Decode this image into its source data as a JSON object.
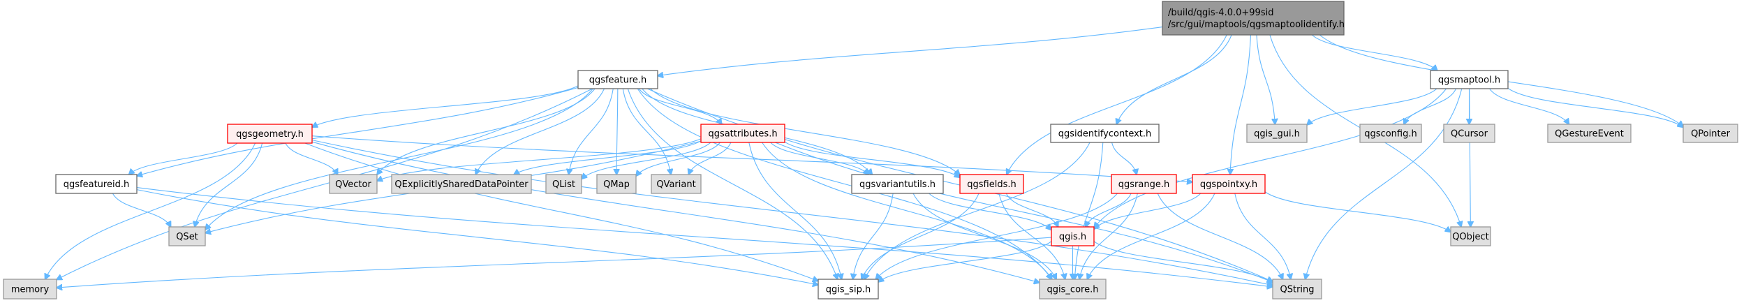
{
  "diagram": {
    "type": "include-dependency-graph",
    "colors": {
      "edge": "#63b8ff",
      "root_fill": "#999999",
      "default_fill": "#ffffff",
      "default_border": "#666666",
      "external_fill": "#e0e0e0",
      "external_border": "#999999",
      "red_fill": "#fff0f0",
      "red_border": "#ff0000"
    },
    "nodes": [
      {
        "id": "root",
        "lines": [
          "/build/qgis-4.0.0+99sid",
          "/src/gui/maptools/qgsmaptoolidentify.h"
        ],
        "style": "root"
      },
      {
        "id": "qgsfeature",
        "lines": [
          "qgsfeature.h"
        ],
        "style": "default"
      },
      {
        "id": "qgsmaptool",
        "lines": [
          "qgsmaptool.h"
        ],
        "style": "default"
      },
      {
        "id": "qgsgeometry",
        "lines": [
          "qgsgeometry.h"
        ],
        "style": "red"
      },
      {
        "id": "qgsattributes",
        "lines": [
          "qgsattributes.h"
        ],
        "style": "red"
      },
      {
        "id": "qgsidentifycontext",
        "lines": [
          "qgsidentifycontext.h"
        ],
        "style": "default"
      },
      {
        "id": "qgis_gui",
        "lines": [
          "qgis_gui.h"
        ],
        "style": "external"
      },
      {
        "id": "qgsconfig",
        "lines": [
          "qgsconfig.h"
        ],
        "style": "external"
      },
      {
        "id": "QCursor",
        "lines": [
          "QCursor"
        ],
        "style": "external"
      },
      {
        "id": "QGestureEvent",
        "lines": [
          "QGestureEvent"
        ],
        "style": "external"
      },
      {
        "id": "QPointer",
        "lines": [
          "QPointer"
        ],
        "style": "external"
      },
      {
        "id": "qgsfeatureid",
        "lines": [
          "qgsfeatureid.h"
        ],
        "style": "default"
      },
      {
        "id": "QVector",
        "lines": [
          "QVector"
        ],
        "style": "external"
      },
      {
        "id": "QExplicitlySharedDataPointer",
        "lines": [
          "QExplicitlySharedDataPointer"
        ],
        "style": "external"
      },
      {
        "id": "QList",
        "lines": [
          "QList"
        ],
        "style": "external"
      },
      {
        "id": "QMap",
        "lines": [
          "QMap"
        ],
        "style": "external"
      },
      {
        "id": "QVariant",
        "lines": [
          "QVariant"
        ],
        "style": "external"
      },
      {
        "id": "qgsvariantutils",
        "lines": [
          "qgsvariantutils.h"
        ],
        "style": "default"
      },
      {
        "id": "qgsfields",
        "lines": [
          "qgsfields.h"
        ],
        "style": "red"
      },
      {
        "id": "qgsrange",
        "lines": [
          "qgsrange.h"
        ],
        "style": "red"
      },
      {
        "id": "qgspointxy",
        "lines": [
          "qgspointxy.h"
        ],
        "style": "red"
      },
      {
        "id": "QObject",
        "lines": [
          "QObject"
        ],
        "style": "external"
      },
      {
        "id": "QSet",
        "lines": [
          "QSet"
        ],
        "style": "external"
      },
      {
        "id": "qgis",
        "lines": [
          "qgis.h"
        ],
        "style": "red"
      },
      {
        "id": "memory",
        "lines": [
          "memory"
        ],
        "style": "external"
      },
      {
        "id": "qgis_sip",
        "lines": [
          "qgis_sip.h"
        ],
        "style": "default"
      },
      {
        "id": "qgis_core",
        "lines": [
          "qgis_core.h"
        ],
        "style": "external"
      },
      {
        "id": "QString",
        "lines": [
          "QString"
        ],
        "style": "external"
      }
    ],
    "edges": [
      [
        "root",
        "qgsfeature"
      ],
      [
        "root",
        "qgsmaptool"
      ],
      [
        "root",
        "qgsidentifycontext"
      ],
      [
        "root",
        "qgis_gui"
      ],
      [
        "root",
        "QPointer"
      ],
      [
        "root",
        "qgsfields"
      ],
      [
        "root",
        "qgspointxy"
      ],
      [
        "root",
        "QObject"
      ],
      [
        "qgsfeature",
        "qgsgeometry"
      ],
      [
        "qgsfeature",
        "qgsattributes"
      ],
      [
        "qgsfeature",
        "qgsfeatureid"
      ],
      [
        "qgsfeature",
        "QVector"
      ],
      [
        "qgsfeature",
        "QExplicitlySharedDataPointer"
      ],
      [
        "qgsfeature",
        "QList"
      ],
      [
        "qgsfeature",
        "QMap"
      ],
      [
        "qgsfeature",
        "QVariant"
      ],
      [
        "qgsfeature",
        "qgsvariantutils"
      ],
      [
        "qgsfeature",
        "qgsfields"
      ],
      [
        "qgsfeature",
        "QSet"
      ],
      [
        "qgsfeature",
        "memory"
      ],
      [
        "qgsfeature",
        "qgis_sip"
      ],
      [
        "qgsfeature",
        "qgis_core"
      ],
      [
        "qgsfeature",
        "QString"
      ],
      [
        "qgsmaptool",
        "qgis_gui"
      ],
      [
        "qgsmaptool",
        "qgsconfig"
      ],
      [
        "qgsmaptool",
        "QCursor"
      ],
      [
        "qgsmaptool",
        "QGestureEvent"
      ],
      [
        "qgsmaptool",
        "QPointer"
      ],
      [
        "qgsmaptool",
        "QObject"
      ],
      [
        "qgsmaptool",
        "qgis"
      ],
      [
        "qgsmaptool",
        "QString"
      ],
      [
        "qgsgeometry",
        "qgsfeatureid"
      ],
      [
        "qgsgeometry",
        "QVector"
      ],
      [
        "qgsgeometry",
        "QSet"
      ],
      [
        "qgsgeometry",
        "memory"
      ],
      [
        "qgsgeometry",
        "qgis_sip"
      ],
      [
        "qgsgeometry",
        "qgis_core"
      ],
      [
        "qgsgeometry",
        "qgspointxy"
      ],
      [
        "qgsgeometry",
        "QString"
      ],
      [
        "qgsattributes",
        "QVector"
      ],
      [
        "qgsattributes",
        "QExplicitlySharedDataPointer"
      ],
      [
        "qgsattributes",
        "QList"
      ],
      [
        "qgsattributes",
        "QMap"
      ],
      [
        "qgsattributes",
        "QVariant"
      ],
      [
        "qgsattributes",
        "qgsvariantutils"
      ],
      [
        "qgsattributes",
        "qgsfields"
      ],
      [
        "qgsattributes",
        "QSet"
      ],
      [
        "qgsattributes",
        "qgis_sip"
      ],
      [
        "qgsattributes",
        "qgis_core"
      ],
      [
        "qgsattributes",
        "QString"
      ],
      [
        "qgsidentifycontext",
        "qgsrange"
      ],
      [
        "qgsidentifycontext",
        "qgis_sip"
      ],
      [
        "qgsidentifycontext",
        "qgis_core"
      ],
      [
        "qgsfeatureid",
        "QSet"
      ],
      [
        "qgsfeatureid",
        "qgis_sip"
      ],
      [
        "qgsfeatureid",
        "QString"
      ],
      [
        "qgsvariantutils",
        "qgis"
      ],
      [
        "qgsvariantutils",
        "qgis_sip"
      ],
      [
        "qgsvariantutils",
        "qgis_core"
      ],
      [
        "qgsfields",
        "qgis"
      ],
      [
        "qgsfields",
        "qgis_sip"
      ],
      [
        "qgsfields",
        "qgis_core"
      ],
      [
        "qgsrange",
        "qgis"
      ],
      [
        "qgsrange",
        "qgis_sip"
      ],
      [
        "qgsrange",
        "qgis_core"
      ],
      [
        "qgsrange",
        "QString"
      ],
      [
        "qgspointxy",
        "qgis"
      ],
      [
        "qgspointxy",
        "QObject"
      ],
      [
        "qgspointxy",
        "qgis_core"
      ],
      [
        "qgspointxy",
        "QString"
      ],
      [
        "qgis",
        "memory"
      ],
      [
        "qgis",
        "qgis_sip"
      ],
      [
        "qgis",
        "qgis_core"
      ],
      [
        "qgis",
        "QString"
      ]
    ]
  }
}
